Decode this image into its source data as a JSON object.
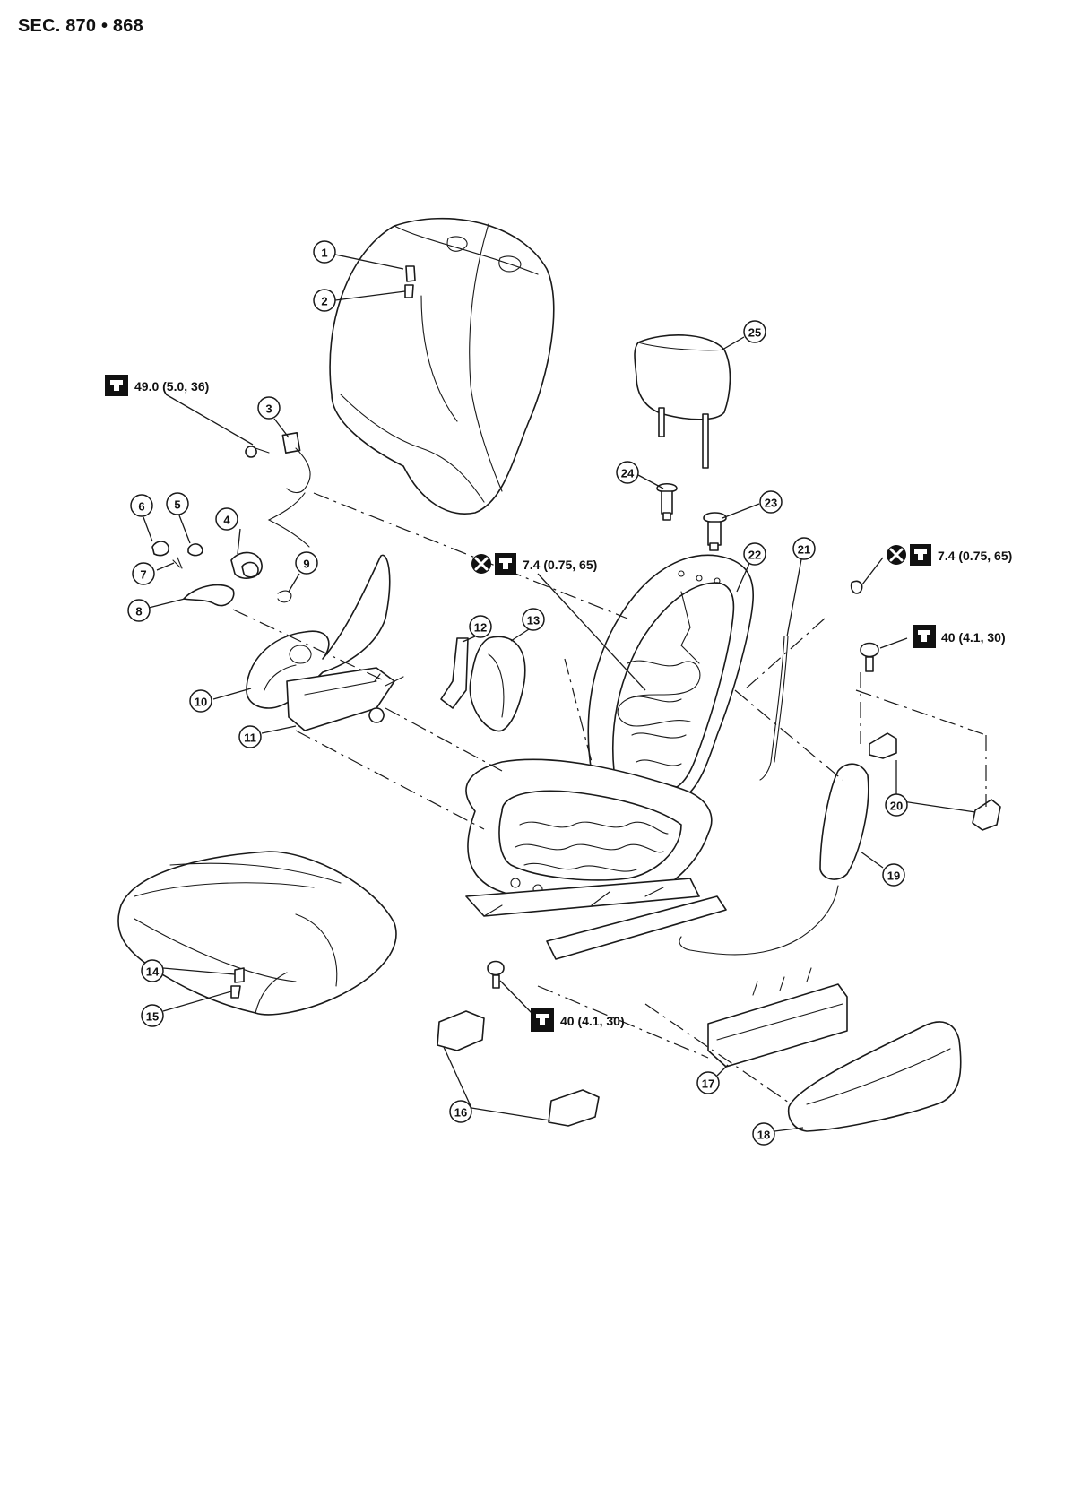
{
  "header": {
    "section": "SEC. 870 • 868"
  },
  "callouts": [
    "1",
    "2",
    "3",
    "4",
    "5",
    "6",
    "7",
    "8",
    "9",
    "10",
    "11",
    "12",
    "13",
    "14",
    "15",
    "16",
    "17",
    "18",
    "19",
    "20",
    "21",
    "22",
    "23",
    "24",
    "25"
  ],
  "torques": [
    {
      "label": "49.0 (5.0, 36)",
      "icon": "wrench-icon",
      "noreuse": false
    },
    {
      "label": "7.4 (0.75, 65)",
      "icon": "wrench-icon",
      "noreuse": true
    },
    {
      "label": "7.4 (0.75, 65)",
      "icon": "wrench-icon",
      "noreuse": true
    },
    {
      "label": "40 (4.1, 30)",
      "icon": "wrench-icon",
      "noreuse": false
    },
    {
      "label": "40 (4.1, 30)",
      "icon": "wrench-icon",
      "noreuse": false
    }
  ]
}
